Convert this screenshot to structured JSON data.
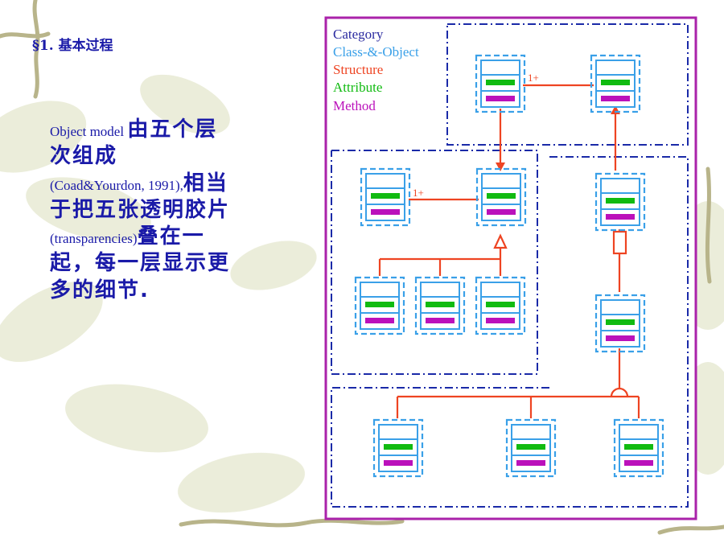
{
  "heading": "§1. 基本过程",
  "body": {
    "p1_small": "Object model ",
    "p1_big": "由五个层次组成",
    "p2_small": "(Coad&Yourdon, 1991),",
    "p2_big": "相当于把五张透明胶片",
    "p3_small": "(transparencies)",
    "p3_big": "叠在一起，每一层显示更多的细节."
  },
  "legend": {
    "category": "Category",
    "class_object": "Class-&-Object",
    "structure": "Structure",
    "attribute": "Attribute",
    "method": "Method"
  },
  "multiplicity": [
    "1+",
    "1+"
  ],
  "colors": {
    "text_blue": "#1a1aa8",
    "category": "#2a2aa0",
    "class_object": "#3aa0e8",
    "structure": "#ee4422",
    "attribute": "#11bb11",
    "method": "#bb11bb",
    "frame": "#aa22aa",
    "subject_border": "#1a2aa8"
  }
}
